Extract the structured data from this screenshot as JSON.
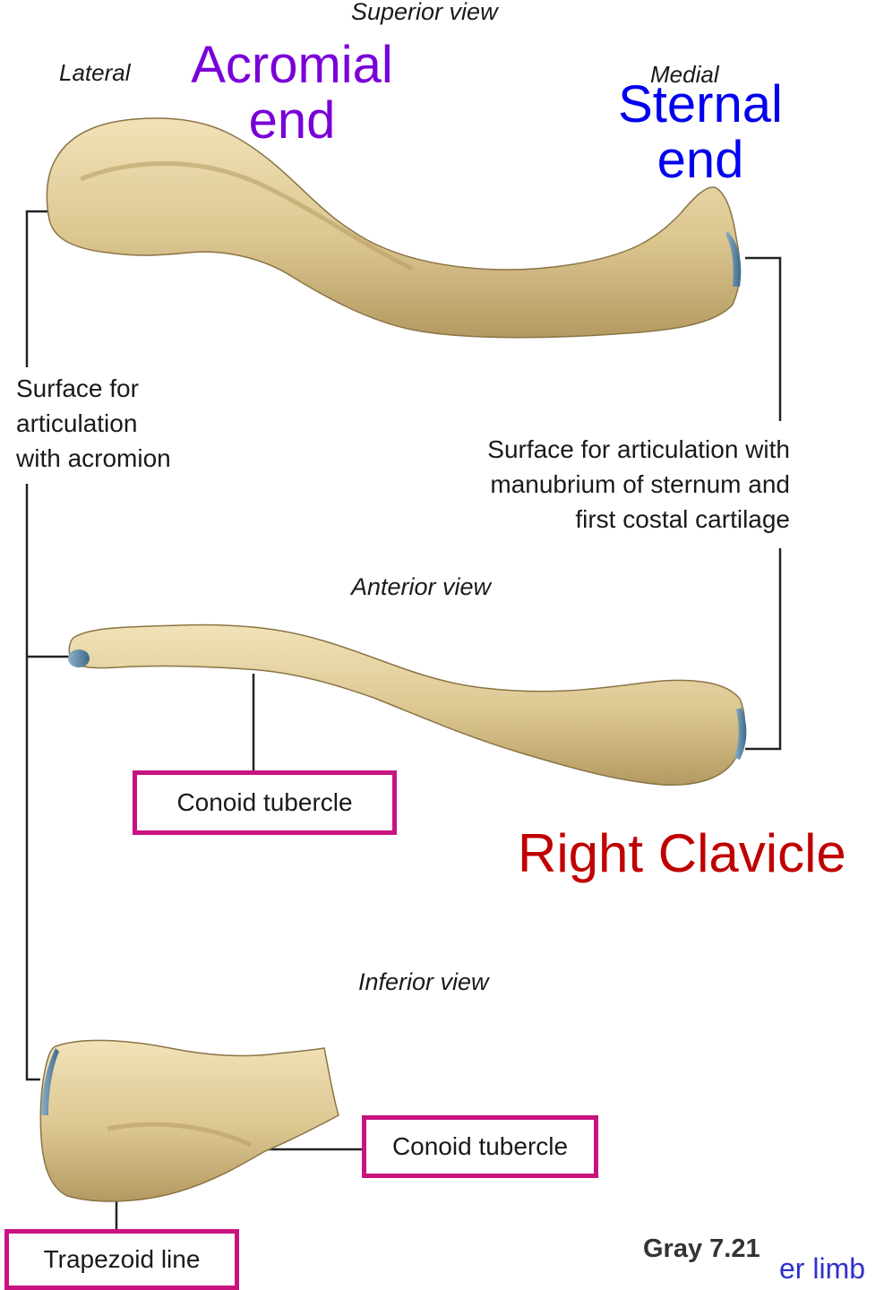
{
  "views": {
    "superior": "Superior view",
    "anterior": "Anterior view",
    "inferior": "Inferior view"
  },
  "orientation": {
    "lateral": "Lateral",
    "medial": "Medial"
  },
  "annotations": {
    "acromial_end": [
      "Acromial",
      "end"
    ],
    "sternal_end": [
      "Sternal",
      "end"
    ],
    "title": "Right Clavicle",
    "surface_acromion": [
      "Surface for",
      "articulation",
      "with acromion"
    ],
    "surface_sternum": [
      "Surface for articulation with",
      "manubrium of sternum and",
      "first costal cartilage"
    ],
    "conoid_tubercle_1": "Conoid tubercle",
    "conoid_tubercle_2": "Conoid tubercle",
    "trapezoid_line": "Trapezoid line",
    "source": "Gray 7.21",
    "partial_text": "er limb"
  },
  "colors": {
    "acromial": "#7a00d8",
    "sternal": "#0000ee",
    "title": "#c00000",
    "box_border": "#c8137f",
    "bone": "#e0cb98",
    "leader": "#222222"
  }
}
